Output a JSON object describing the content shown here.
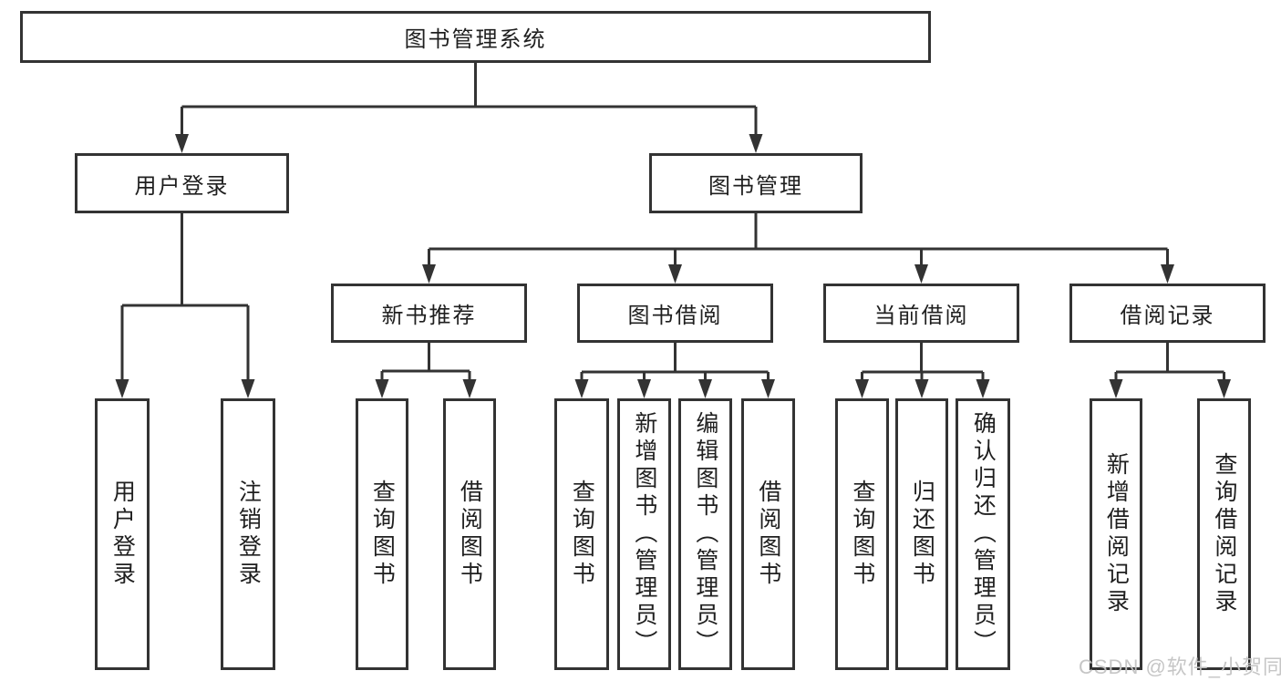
{
  "diagram": {
    "root": {
      "label": "图书管理系统"
    },
    "level2": [
      {
        "label": "用户登录"
      },
      {
        "label": "图书管理"
      }
    ],
    "level3": [
      {
        "label": "新书推荐"
      },
      {
        "label": "图书借阅"
      },
      {
        "label": "当前借阅"
      },
      {
        "label": "借阅记录"
      }
    ],
    "leaves": [
      {
        "label": "用户登录"
      },
      {
        "label": "注销登录"
      },
      {
        "label": "查询图书"
      },
      {
        "label": "借阅图书"
      },
      {
        "label": "查询图书"
      },
      {
        "label": "新增图书（管理员）"
      },
      {
        "label": "编辑图书（管理员）"
      },
      {
        "label": "借阅图书"
      },
      {
        "label": "查询图书"
      },
      {
        "label": "归还图书"
      },
      {
        "label": "确认归还（管理员）"
      },
      {
        "label": "新增借阅记录"
      },
      {
        "label": "查询借阅记录"
      }
    ]
  },
  "watermark": {
    "text": "CSDN @软件_小贺同学"
  },
  "colors": {
    "line": "#333333",
    "border": "#333333",
    "text": "#1f1f1f",
    "background": "#ffffff",
    "watermark": "#c3c3c3"
  }
}
